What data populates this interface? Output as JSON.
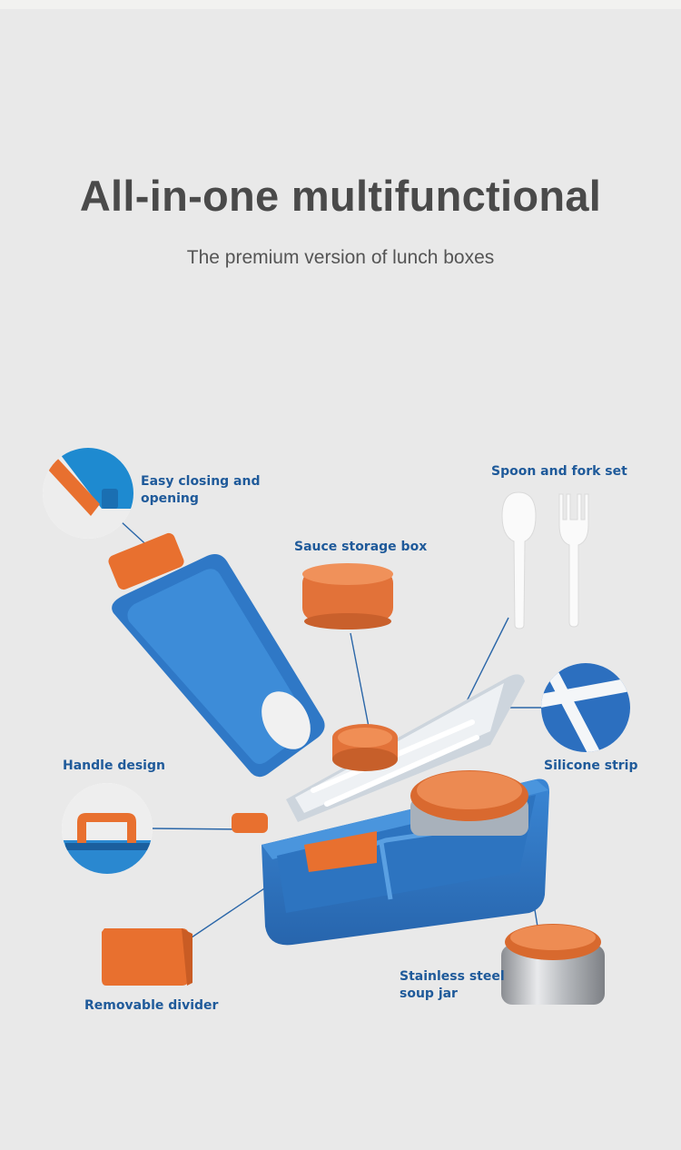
{
  "header": {
    "title": "All-in-one multifunctional",
    "subtitle": "The premium version of lunch boxes"
  },
  "features": {
    "closing": {
      "line1": "Easy closing and",
      "line2": "opening"
    },
    "spoon_fork": "Spoon and fork set",
    "sauce": "Sauce storage box",
    "handle": "Handle design",
    "silicone": "Silicone strip",
    "divider": "Removable divider",
    "soup_jar": {
      "line1": "Stainless steel",
      "line2": "soup jar"
    }
  },
  "colors": {
    "background": "#e9e9e9",
    "box_blue": "#2f78c6",
    "accent_orange": "#e8733a",
    "label_blue": "#1f5a9a",
    "title_gray": "#4a4a4a"
  }
}
